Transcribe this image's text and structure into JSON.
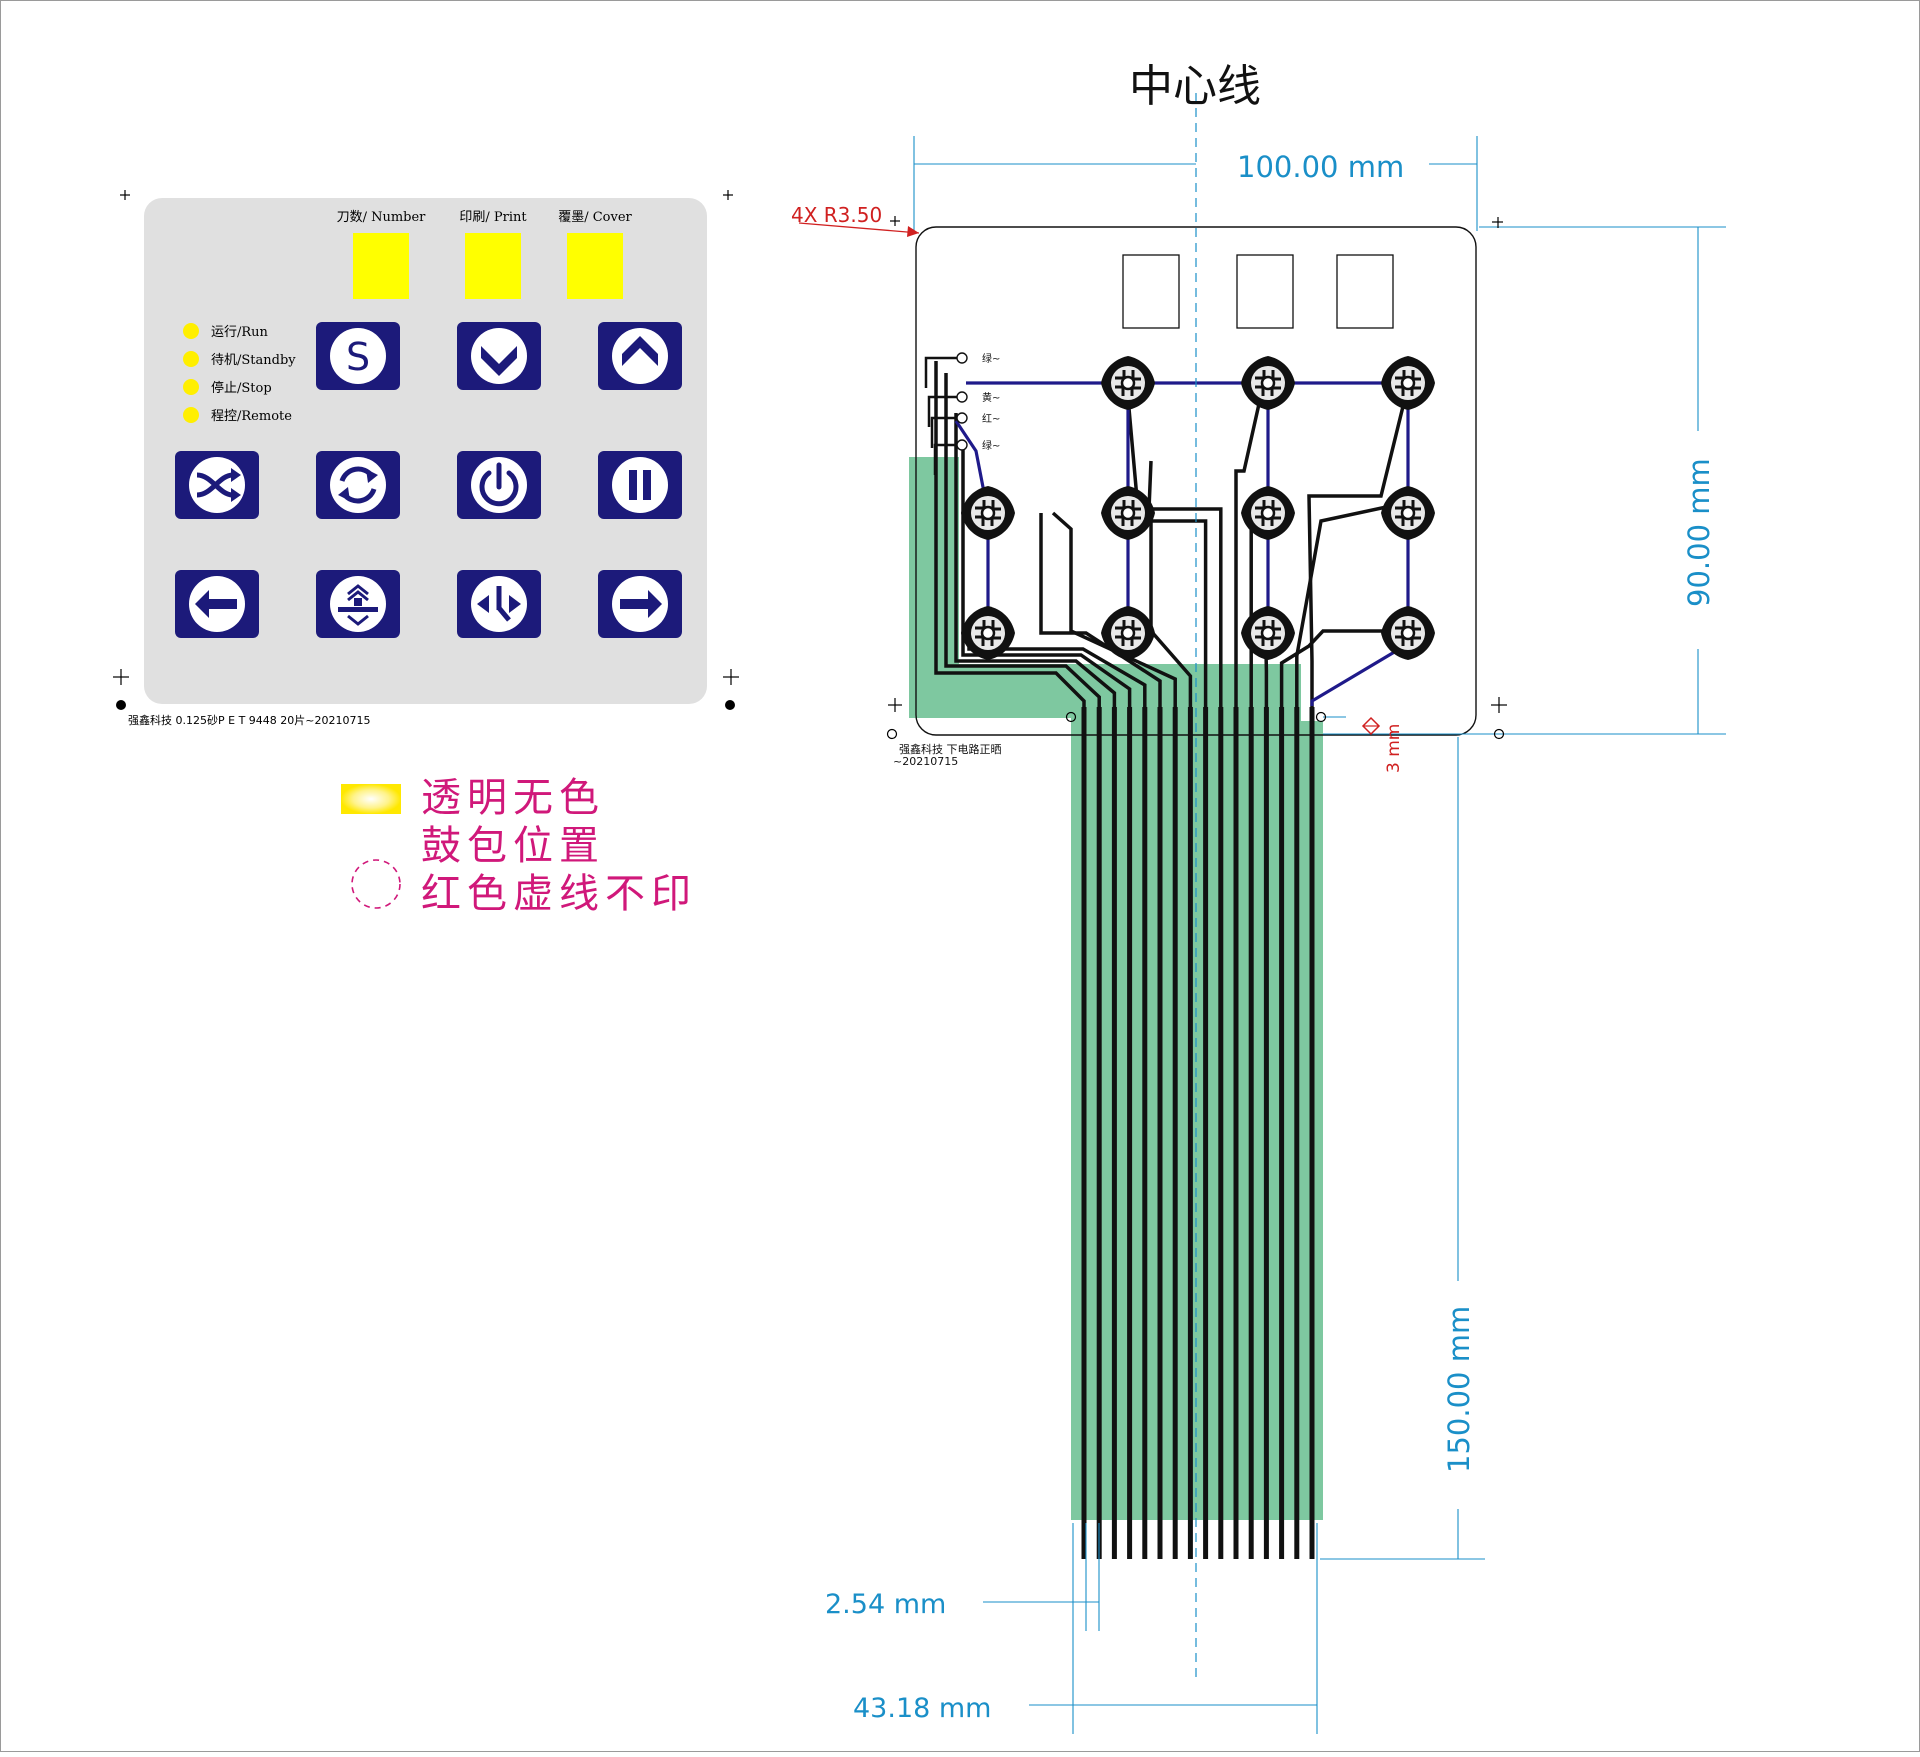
{
  "panel": {
    "displays": [
      "刀数/ Number",
      "印刷/ Print",
      "覆墨/ Cover"
    ],
    "leds": [
      "运行/Run",
      "待机/Standby",
      "停止/Stop",
      "程控/Remote"
    ],
    "buttons": [
      [
        "s-letter-icon",
        "chevron-down-icon",
        "chevron-up-icon"
      ],
      [
        "shuffle-icon",
        "refresh-icon",
        "power-icon",
        "pause-icon"
      ],
      [
        "arrow-left-icon",
        "cutter-icon",
        "rotate-icon",
        "arrow-right-icon"
      ]
    ],
    "footer": "强鑫科技   0.125砂P E T    9448   20片~20210715",
    "colors": {
      "panel": "#e0e0e0",
      "display": "#ffff00",
      "button": "#1c1a7a",
      "led": "#ffef00"
    }
  },
  "legend": {
    "items": [
      "透明无色",
      "鼓包位置",
      "红色虚线不印"
    ],
    "color": "#d0187a"
  },
  "circuit": {
    "title": "中心线",
    "dims": {
      "width": "100.00 mm",
      "height": "90.00 mm",
      "tail_length": "150.00 mm",
      "pitch": "2.54 mm",
      "tail_width": "43.18 mm",
      "hole": "3 mm",
      "radius": "4X R3.50"
    },
    "wire_labels": [
      "绿~",
      "黄~",
      "红~",
      "绿~"
    ],
    "note_line1": "强鑫科技   下电路正晒",
    "note_line2": "~20210715",
    "colors": {
      "tail": "#7ec8a0",
      "trace": "#111111",
      "blue_trace": "#1f1a8a",
      "dimension": "#1a8fc8",
      "radius": "#d02020"
    }
  }
}
